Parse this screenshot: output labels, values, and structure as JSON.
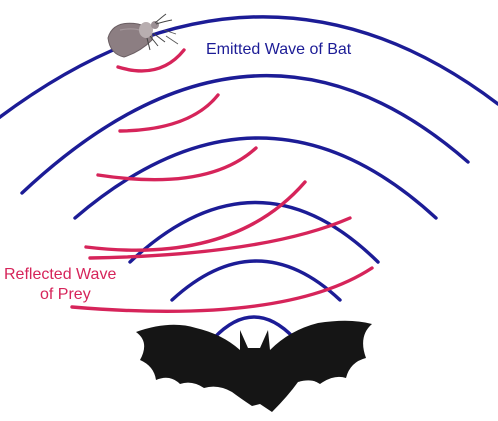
{
  "labels": {
    "emitted": "Emitted Wave of Bat",
    "reflected_line1": "Reflected Wave",
    "reflected_line2": "of Prey"
  },
  "colors": {
    "emitted": "#1c1c96",
    "reflected": "#d6245a",
    "bat": "#151515",
    "moth": "#8c7e82",
    "background": "#ffffff"
  },
  "elements": {
    "emitted_wave_count": 6,
    "reflected_wave_count": 6
  },
  "icons": {
    "prey": "moth-icon",
    "predator": "bat-icon"
  }
}
